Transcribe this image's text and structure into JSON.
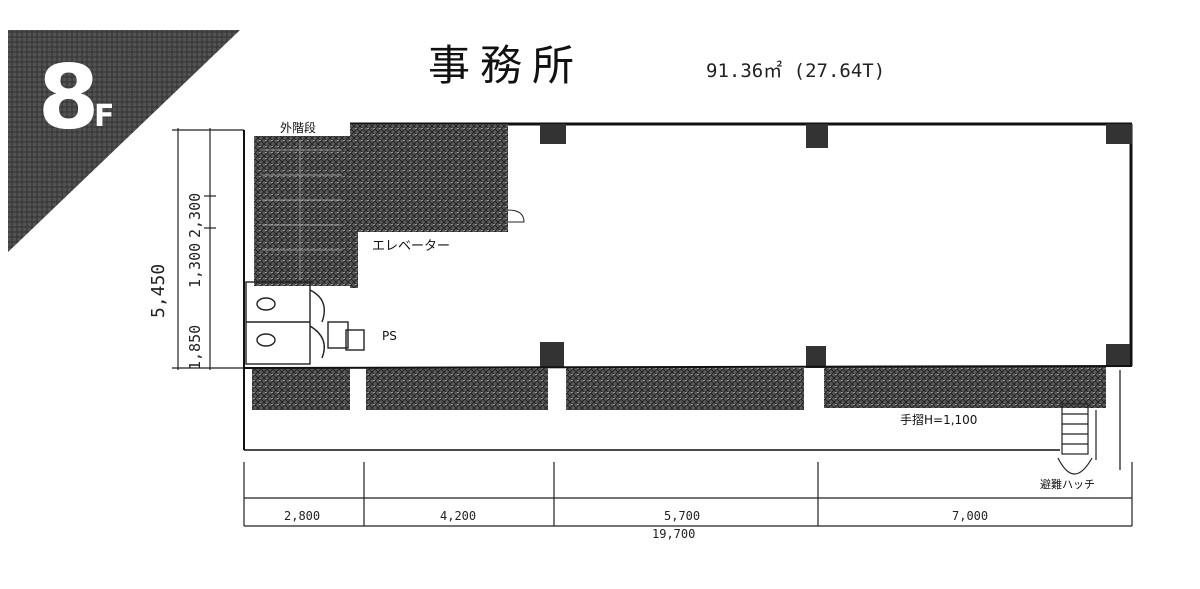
{
  "floor": {
    "number": "8",
    "suffix": "F"
  },
  "title": {
    "use": "事務所",
    "area": "91.36㎡ (27.64T)"
  },
  "labels": {
    "outer_stairs": "外階段",
    "elevator": "エレベーター",
    "ps": "PS",
    "handrail": "手摺H=1,100",
    "fire_escape": "避難ハッチ"
  },
  "dimensions": {
    "bottom": [
      "2,800",
      "4,200",
      "5,700",
      "7,000"
    ],
    "total": "19,700",
    "left_total": "5,450",
    "left_parts": [
      "1,850",
      "1,300",
      "2,300"
    ]
  },
  "colors": {
    "badge": "#2c2c2c",
    "hatch": "#444444",
    "line": "#222222"
  }
}
